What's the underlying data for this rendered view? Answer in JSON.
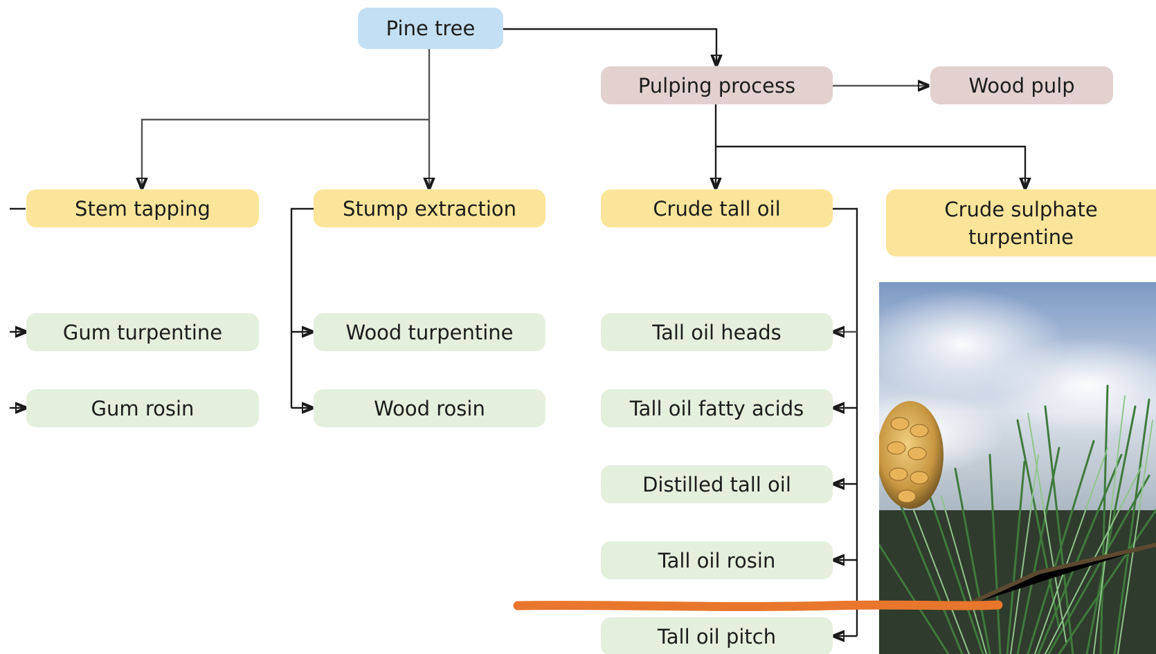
{
  "nodes": {
    "pine_tree": "Pine tree",
    "pulping_process": "Pulping process",
    "wood_pulp": "Wood pulp",
    "stem_tapping": "Stem tapping",
    "stump_extraction": "Stump extraction",
    "crude_tall_oil": "Crude tall oil",
    "crude_sulphate_turpentine_line1": "Crude sulphate",
    "crude_sulphate_turpentine_line2": "turpentine",
    "gum_turpentine": "Gum turpentine",
    "gum_rosin": "Gum rosin",
    "wood_turpentine": "Wood turpentine",
    "wood_rosin": "Wood rosin",
    "tall_oil_heads": "Tall oil heads",
    "tall_oil_fatty_acids": "Tall oil fatty acids",
    "distilled_tall_oil": "Distilled tall oil",
    "tall_oil_rosin": "Tall oil rosin",
    "tall_oil_pitch": "Tall oil pitch"
  },
  "colors": {
    "root": "#c3dff3",
    "process": "#e2d1cf",
    "source": "#fbe59a",
    "product": "#e4efdd",
    "highlight_stroke": "#e8762c"
  },
  "photo": {
    "subject": "pine-branch-with-cone"
  }
}
